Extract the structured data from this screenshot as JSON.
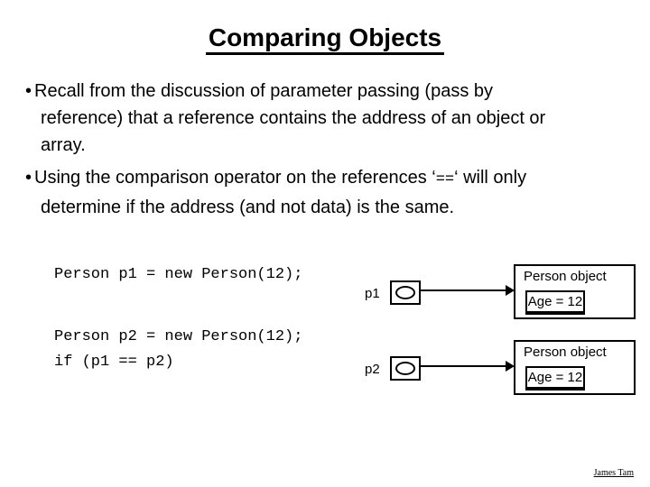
{
  "slide": {
    "title": "Comparing Objects",
    "bullets": {
      "marker": "•",
      "b1_line1": "Recall from the discussion of parameter passing (pass by",
      "b1_line2": "reference) that a reference contains the address of an object or",
      "b1_line3": "array.",
      "b2_line1_pre": "Using the comparison operator on the references ‘",
      "b2_line1_code": "==",
      "b2_line1_post": "‘ will only",
      "b2_line2": "determine if the address (and not data) is the same."
    },
    "code": {
      "decl_line1": "Person p1 = new Person(12);",
      "decl_line2": "Person p2 = new Person(12);",
      "if_line": "if (p1 == p2)"
    },
    "diagram": {
      "rows": [
        {
          "ref_label": "p1",
          "object_title": "Person object",
          "field_value": "Age = 12"
        },
        {
          "ref_label": "p2",
          "object_title": "Person object",
          "field_value": "Age = 12"
        }
      ]
    },
    "footer_author": "James Tam",
    "colors": {
      "background": "#ffffff",
      "ink": "#000000"
    }
  }
}
